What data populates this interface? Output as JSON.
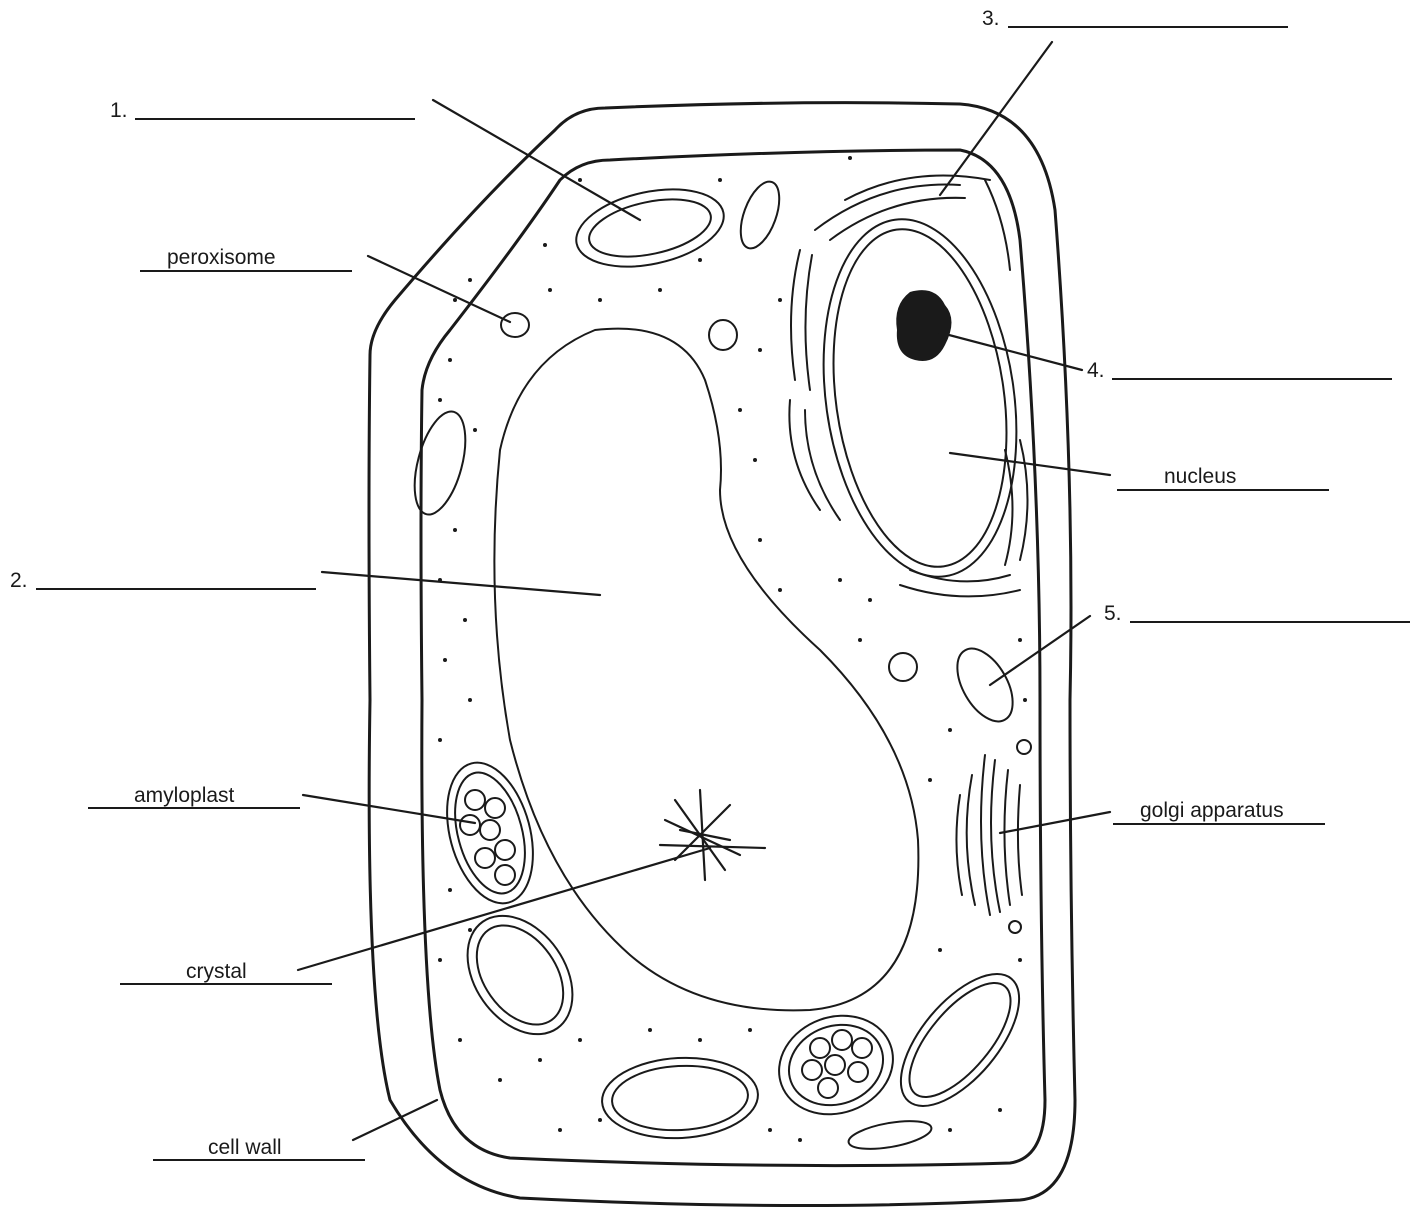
{
  "labels": {
    "q1": "1.",
    "q2": "2.",
    "q3": "3.",
    "q4": "4.",
    "q5": "5.",
    "peroxisome": "peroxisome",
    "nucleus": "nucleus",
    "amyloplast": "amyloplast",
    "golgi": "golgi apparatus",
    "crystal": "crystal",
    "cell_wall": "cell wall"
  }
}
